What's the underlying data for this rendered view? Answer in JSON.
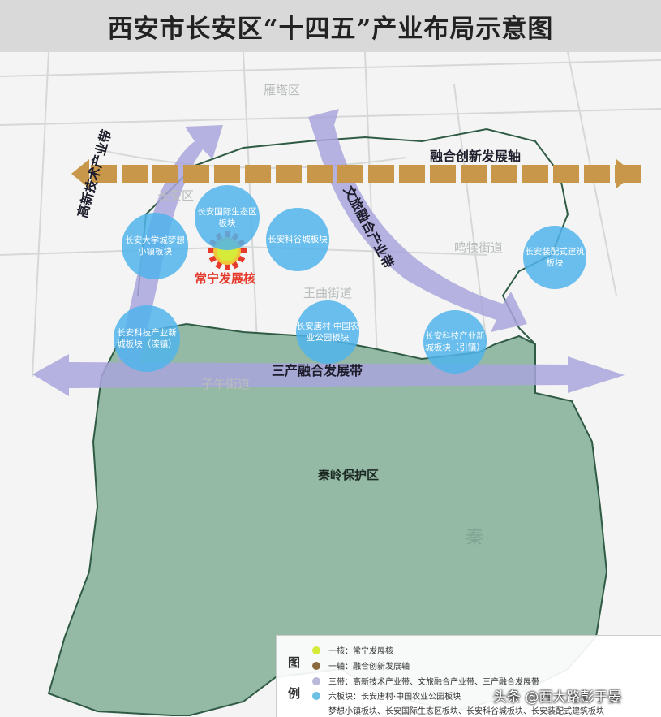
{
  "title": "西安市长安区“十四五”产业布局示意图",
  "colors": {
    "core": "#d6ea3a",
    "axis": "#c9974a",
    "belt": "#a9a5dc",
    "block": "#4fb3ea",
    "protection": "#8fb7a3",
    "boundary": "#2f5b45"
  },
  "core": {
    "label": "常宁发展核",
    "icon": "sun-icon"
  },
  "axis": {
    "label": "融合创新发展轴"
  },
  "belts": {
    "hightech": "高新技术产业带",
    "culture": "文旅融合产业带",
    "tertiary": "三产融合发展带"
  },
  "protection_zone": "秦岭保护区",
  "blocks": [
    "长安大学城梦想小镇板块",
    "长安国际生态区板块",
    "长安科谷城板块",
    "长安装配式建筑板块",
    "长安科技产业新城板块（滦镇）",
    "长安唐村·中国农业公园板块",
    "长安科技产业新城板块（引镇）"
  ],
  "places": [
    "雁塔区",
    "长安区",
    "子午街道",
    "王曲街道",
    "鸣犊街道",
    "秦"
  ],
  "legend": {
    "head1": "图",
    "head2": "例",
    "items": [
      {
        "text": "一核：常宁发展核",
        "color": "#d6ea3a"
      },
      {
        "text": "一轴：融合创新发展轴",
        "color": "#8a6a3d"
      },
      {
        "text": "三带：高新技术产业带、文旅融合产业带、三产融合发展带",
        "color": "#b9b8d9"
      },
      {
        "text": "六板块：长安唐村·中国农业公园板块",
        "color": "#6cc0e4"
      }
    ],
    "line5": "梦想小镇板块、长安国际生态区板块、长安科谷城板块、长安装配式建筑板块"
  },
  "watermark": "头条 @西大路彭于晏"
}
